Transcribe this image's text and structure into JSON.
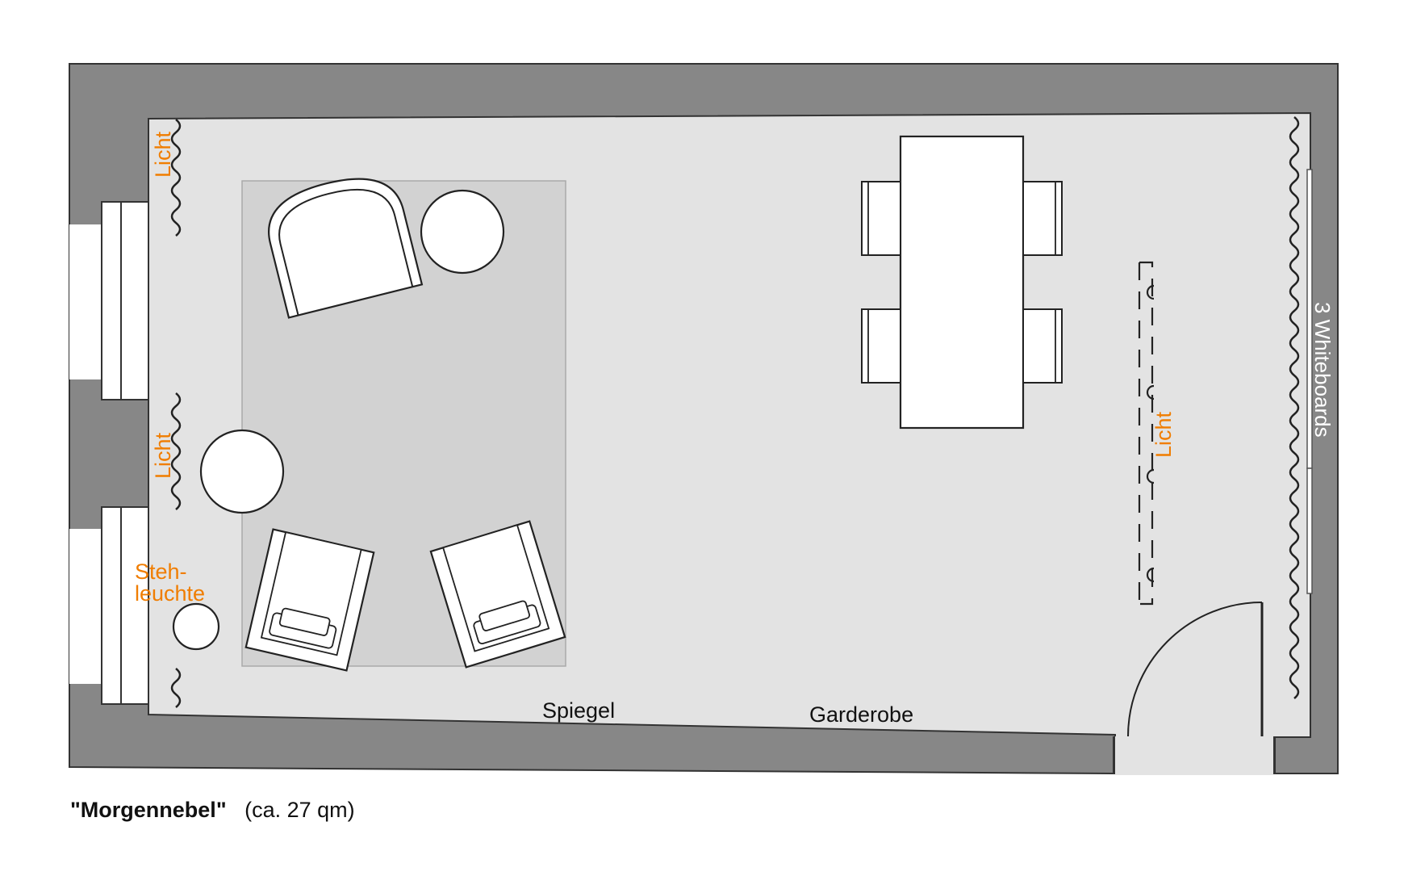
{
  "room": {
    "name": "\"Morgennebel\"",
    "size": "(ca. 27 qm)"
  },
  "labels": {
    "light_top_left": "Licht",
    "light_mid_left": "Licht",
    "floor_lamp_line1": "Steh-",
    "floor_lamp_line2": "leuchte",
    "light_right": "Licht",
    "whiteboards": "3 Whiteboards",
    "mirror": "Spiegel",
    "wardrobe": "Garderobe"
  },
  "colors": {
    "wall": "#878787",
    "floor": "#e3e3e3",
    "rug": "#d2d2d2",
    "accent": "#f07d00"
  }
}
